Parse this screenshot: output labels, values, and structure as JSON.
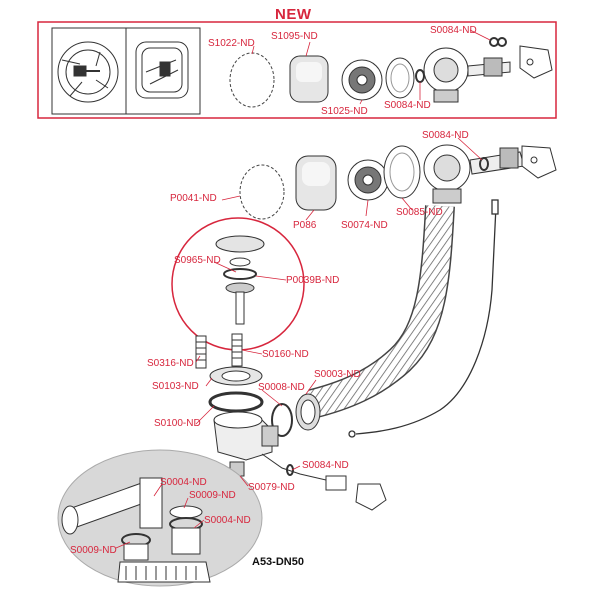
{
  "colors": {
    "accent": "#d7263d",
    "line": "#222222",
    "grey": "#cfcfcf",
    "dark": "#555555"
  },
  "header": {
    "new_label": "NEW"
  },
  "new_box": {
    "labels": [
      "S1022-ND",
      "S1095-ND",
      "S0084-ND",
      "S1025-ND",
      "S0084-ND"
    ]
  },
  "main": {
    "labels": [
      "S0084-ND",
      "P0041-ND",
      "P086",
      "S0074-ND",
      "S0085-ND",
      "S0965-ND",
      "P0039B-ND",
      "S0316-ND",
      "S0160-ND",
      "S0103-ND",
      "S0008-ND",
      "S0003-ND",
      "S0100-ND",
      "S0084-ND",
      "S0079-ND"
    ]
  },
  "inset": {
    "labels": [
      "S0004-ND",
      "S0009-ND",
      "S0004-ND",
      "S0009-ND"
    ],
    "title": "A53-DN50"
  }
}
